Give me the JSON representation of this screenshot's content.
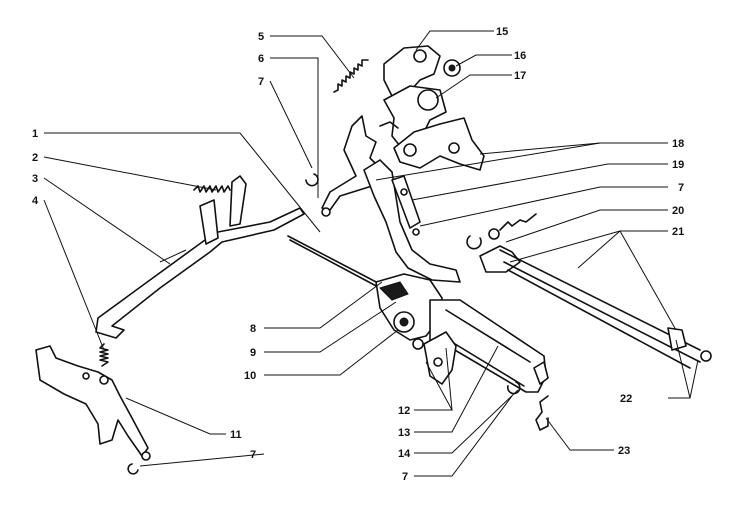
{
  "diagram": {
    "labels": [
      "1",
      "2",
      "3",
      "4",
      "5",
      "6",
      "7",
      "8",
      "9",
      "10",
      "11",
      "12",
      "13",
      "14",
      "15",
      "16",
      "17",
      "18",
      "19",
      "20",
      "21",
      "22",
      "23"
    ],
    "label_seven": "7"
  },
  "colors": {
    "ink": "#111111",
    "paper": "#ffffff"
  }
}
